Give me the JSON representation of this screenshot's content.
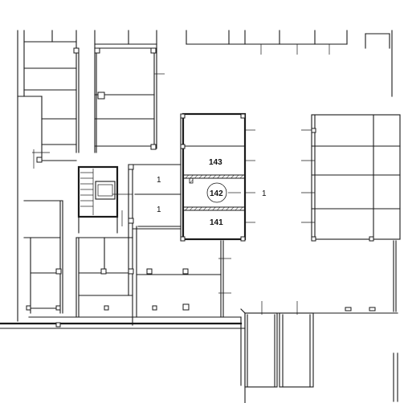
{
  "rooms": {
    "room_143": "143",
    "room_142": "142",
    "room_141": "141"
  },
  "area_tags": {
    "corridor_upper": "1",
    "corridor_lower": "1",
    "open_area": "1"
  },
  "colors": {
    "wall": "#1a1a1a",
    "background": "#ffffff"
  }
}
